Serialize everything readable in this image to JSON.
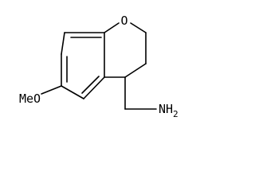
{
  "structure": {
    "atom_labels": {
      "ring_oxygen": "O",
      "methoxy_group": "MeO",
      "amine_group": "NH",
      "amine_subscript": "2"
    }
  }
}
